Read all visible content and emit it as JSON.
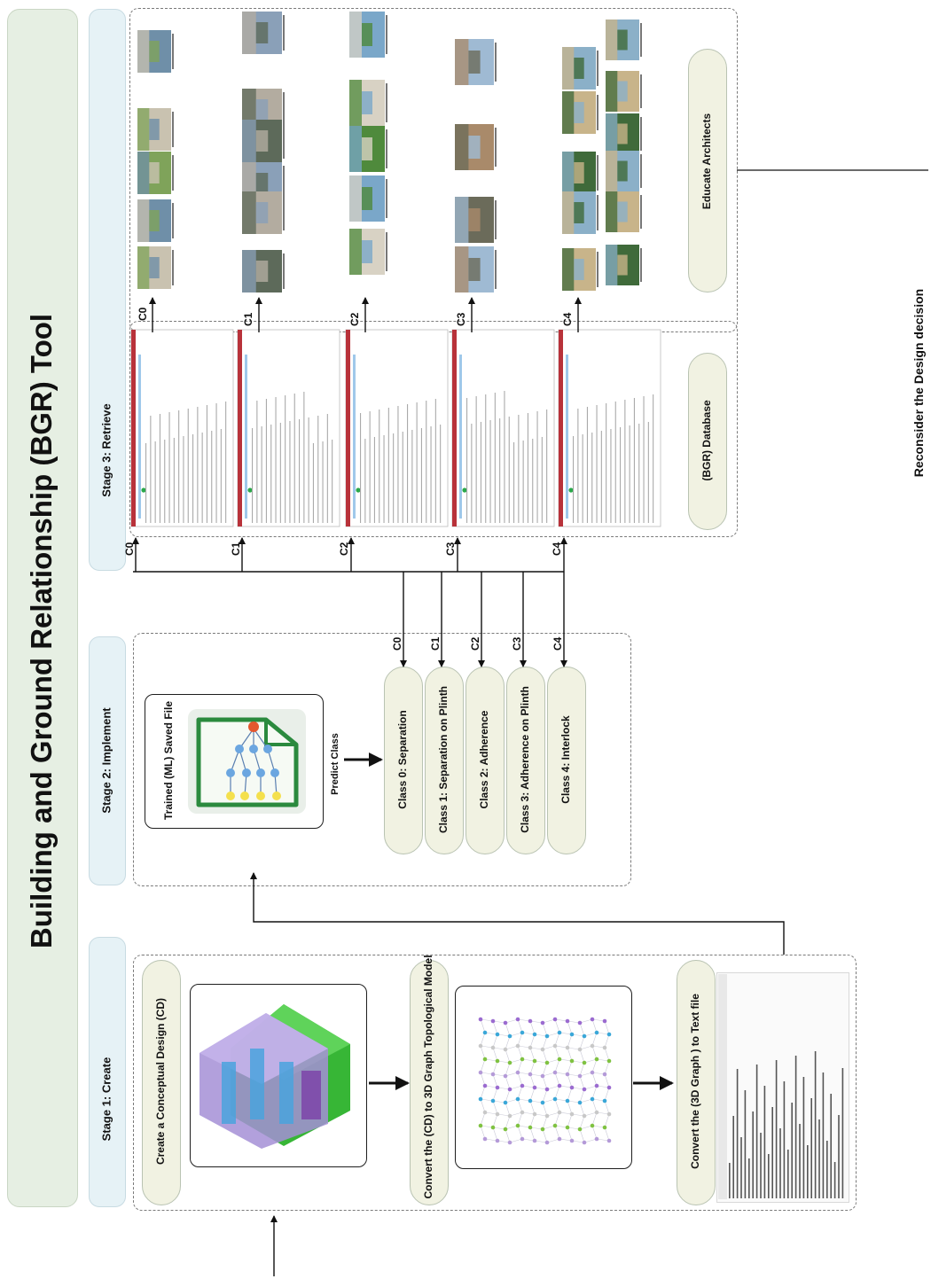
{
  "title": "Building and Ground Relationship (BGR) Tool",
  "colors": {
    "title_bg": "#e6efe3",
    "stage_bg": "#e6f2f6",
    "pill_bg": "#f1f2e2",
    "frame": "#1e1e1e",
    "dash": "#7a7a7a"
  },
  "stages": {
    "create": {
      "label": "Stage 1: Create",
      "steps": [
        "Create a Conceptual Design (CD)",
        "Convert the (CD) to 3D Graph Topological Model",
        "Convert the (3D Graph ) to Text file"
      ]
    },
    "implement": {
      "label": "Stage 2: Implement",
      "model_file": "Trained (ML) Saved File",
      "predict": "Predict Class",
      "classes": [
        "Class 0: Separation",
        "Class 1: Separation on Plinth",
        "Class 2: Adherence",
        "Class 3: Adherence on Plinth",
        "Class 4: Interlock"
      ]
    },
    "retrieve": {
      "label": "Stage 3: Retrieve",
      "database": "(BGR) Database",
      "educate": "Educate Architects"
    }
  },
  "class_codes": [
    "C0",
    "C1",
    "C2",
    "C3",
    "C4"
  ],
  "feedback": "Reconsider the Design decision"
}
